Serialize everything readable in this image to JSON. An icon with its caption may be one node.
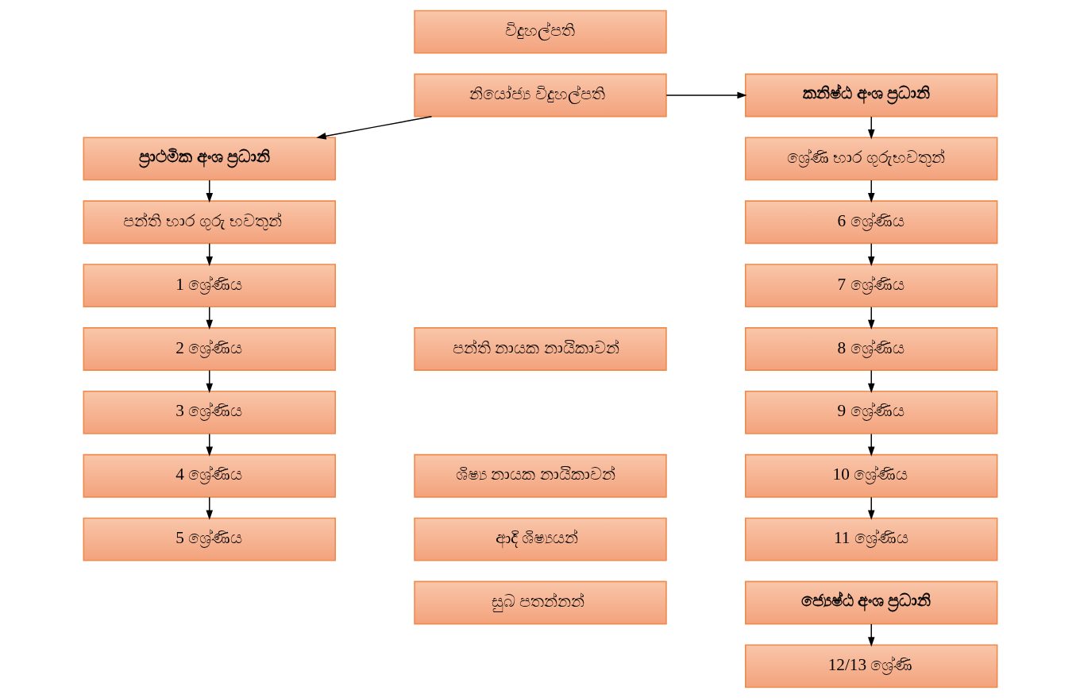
{
  "diagram": {
    "nodes": [
      {
        "text": [
          "විදුහල්පති"
        ]
      },
      {
        "text": [
          "නියෝජ්‍ය විදුහල්පති"
        ]
      },
      {
        "text": [
          "කනිෂ්ඨ අංශ ප්‍රධානි"
        ]
      },
      {
        "text": [
          "ශ්‍රේණි භාර ගුරුභවතුන්"
        ]
      },
      {
        "text": [
          "ප්‍රාථමික අංශ ප්‍රධානි"
        ]
      },
      {
        "text": [
          "පන්ති භාර ගුරු භවතුන්"
        ]
      },
      {
        "text": [
          "1 ශ්‍රේණිය"
        ]
      },
      {
        "text": [
          "2 ශ්‍රේණිය"
        ]
      },
      {
        "text": [
          "3 ශ්‍රේණිය"
        ]
      },
      {
        "text": [
          "4 ශ්‍රේණිය"
        ]
      },
      {
        "text": [
          "5 ශ්‍රේණිය"
        ]
      },
      {
        "text": [
          "පන්ති නායක නායිකාවන්"
        ]
      },
      {
        "text": [
          "ශිෂ්‍ය නායක නායිකාවන්"
        ]
      },
      {
        "text": [
          "ආදි ශිෂ්‍යයන්"
        ]
      },
      {
        "text": [
          "සුබ පතන්නන්"
        ]
      },
      {
        "text": [
          "6 ශ්‍රේණිය"
        ]
      },
      {
        "text": [
          "7 ශ්‍රේණිය"
        ]
      },
      {
        "text": [
          "8 ශ්‍රේණිය"
        ]
      },
      {
        "text": [
          "9 ශ්‍රේණිය"
        ]
      },
      {
        "text": [
          "10 ශ්‍රේණිය"
        ]
      },
      {
        "text": [
          "11 ශ්‍රේණිය"
        ]
      },
      {
        "text": [
          "ජ්‍යෙෂ්ඨ අංශ ප්‍රධානි"
        ]
      },
      {
        "text": [
          "12/13 ශ්‍රේණි"
        ]
      }
    ],
    "edges": [
      {
        "from": 1,
        "to": 2,
        "arrow": "to"
      },
      {
        "from": 1,
        "to": 4,
        "arrow": "to"
      },
      {
        "from": 4,
        "to": 5,
        "arrow": "to"
      },
      {
        "from": 5,
        "to": 6,
        "arrow": "to"
      },
      {
        "from": 6,
        "to": 7,
        "arrow": "to"
      },
      {
        "from": 7,
        "to": 8,
        "arrow": "to"
      },
      {
        "from": 8,
        "to": 9,
        "arrow": "to"
      },
      {
        "from": 9,
        "to": 10,
        "arrow": "to"
      },
      {
        "from": 2,
        "to": 3,
        "arrow": "to"
      },
      {
        "from": 3,
        "to": 15,
        "arrow": "to"
      },
      {
        "from": 15,
        "to": 16,
        "arrow": "to"
      },
      {
        "from": 16,
        "to": 17,
        "arrow": "to"
      },
      {
        "from": 17,
        "to": 18,
        "arrow": "to"
      },
      {
        "from": 18,
        "to": 19,
        "arrow": "to"
      },
      {
        "from": 19,
        "to": 20,
        "arrow": "to"
      },
      {
        "from": 21,
        "to": 22,
        "arrow": "to"
      }
    ]
  }
}
